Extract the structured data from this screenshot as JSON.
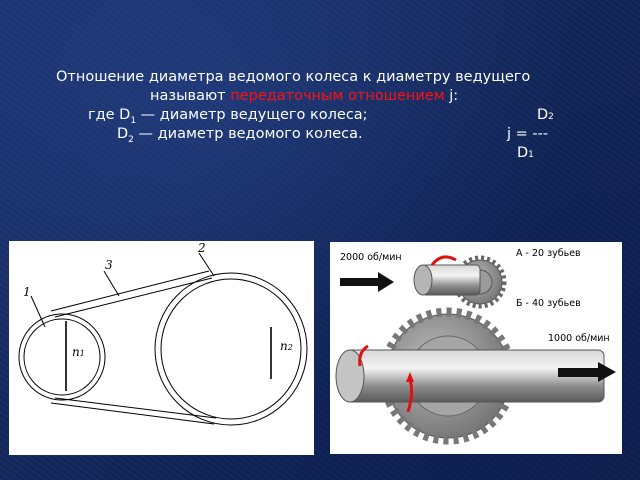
{
  "slide": {
    "line1": "Отношение диаметра ведомого колеса к диаметру ведущего",
    "line2_prefix": "называют ",
    "line2_term": "передаточным отношением",
    "line2_suffix": " j:",
    "line3_prefix": "где D",
    "line3_sub": "1",
    "line3_text": " — диаметр ведущего колеса;",
    "line4_prefix": "D",
    "line4_sub": "2",
    "line4_text": " — диаметр ведомого колеса.",
    "formula_num": "D",
    "formula_num_sub": "2",
    "formula_j": "j = ---",
    "formula_den": "D",
    "formula_den_sub": "1",
    "term_color": "#ff1010"
  },
  "belt_diagram": {
    "label_1": "1",
    "label_2": "2",
    "label_3": "3",
    "label_n1": "n",
    "label_n1_sub": "1",
    "label_n2": "n",
    "label_n2_sub": "2"
  },
  "gear_diagram": {
    "speed_in": "2000 об/мин",
    "gear_a": "А - 20 зубьев",
    "gear_b": "Б - 40 зубьев",
    "speed_out": "1000 об/мин",
    "arrow_color": "#e01010",
    "gear_color": "#8a8a8a"
  }
}
